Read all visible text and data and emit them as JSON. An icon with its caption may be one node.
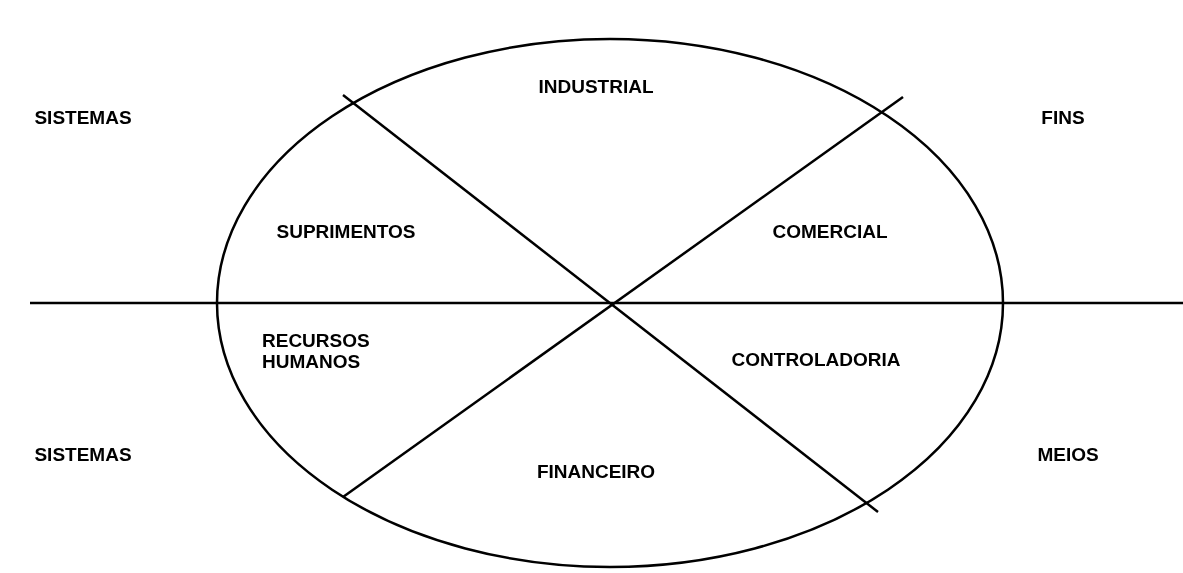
{
  "diagram": {
    "labels": [
      "INDUSTRIAL",
      "SISTEMAS",
      "FINS",
      "SUPRIMENTOS",
      "COMERCIAL",
      "RECURSOS HUMANOS",
      "CONTROLADORIA",
      "SISTEMAS",
      "FINANCEIRO",
      "MEIOS"
    ]
  }
}
